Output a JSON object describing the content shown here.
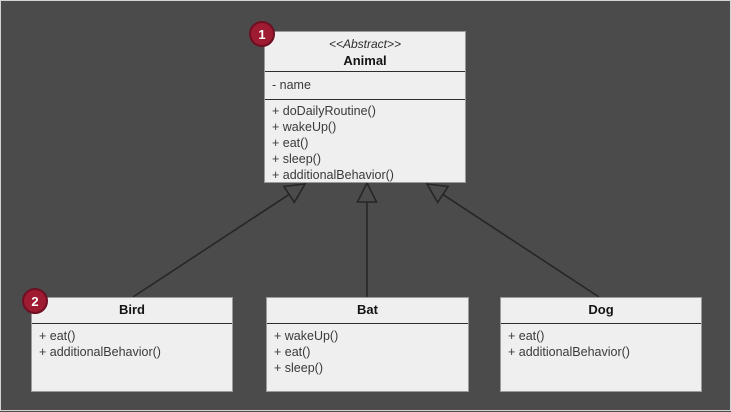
{
  "canvas": {
    "background": "#4b4b4b",
    "node_fill": "#efefef",
    "node_border": "#9a9a9a",
    "divider_color": "#2e2e2e",
    "connector_color": "#262626",
    "badge_fill": "#9e1b32",
    "badge_border": "#6e0f22",
    "badge_text_color": "#ffffff"
  },
  "badges": [
    {
      "label": "1"
    },
    {
      "label": "2"
    }
  ],
  "classes": {
    "animal": {
      "stereotype": "<<Abstract>>",
      "name": "Animal",
      "attributes": [
        "- name"
      ],
      "methods": [
        "+ doDailyRoutine()",
        "+ wakeUp()",
        "+ eat()",
        "+ sleep()",
        "+ additionalBehavior()"
      ]
    },
    "bird": {
      "name": "Bird",
      "methods": [
        "+ eat()",
        "+ additionalBehavior()"
      ]
    },
    "bat": {
      "name": "Bat",
      "methods": [
        "+ wakeUp()",
        "+ eat()",
        "+ sleep()"
      ]
    },
    "dog": {
      "name": "Dog",
      "methods": [
        "+ eat()",
        "+ additionalBehavior()"
      ]
    }
  },
  "connectors": [
    {
      "name": "bird-to-animal",
      "from": [
        132,
        296
      ],
      "apex": [
        304,
        183
      ]
    },
    {
      "name": "bat-to-animal",
      "from": [
        366,
        296
      ],
      "apex": [
        366,
        182
      ]
    },
    {
      "name": "dog-to-animal",
      "from": [
        598,
        296
      ],
      "apex": [
        426,
        183
      ]
    }
  ]
}
